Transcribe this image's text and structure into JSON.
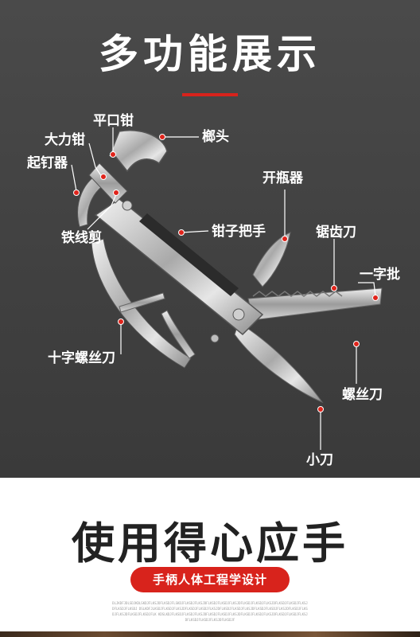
{
  "header": {
    "title": "多功能展示"
  },
  "features": {
    "pingkouqian": "平口钳",
    "daliqian": "大力钳",
    "qidingqi": "起钉器",
    "tiexianjian": "铁线剪",
    "chuitou": "榔头",
    "kaipingqi": "开瓶器",
    "qianzibashou": "钳子把手",
    "juchidao": "锯齿刀",
    "yizipi": "一字批",
    "shizi": "十字螺丝刀",
    "luosidao": "螺丝刀",
    "xiaodao": "小刀"
  },
  "footer": {
    "slogan": "使用得心应手",
    "badge": "手柄人体工程学设计",
    "fine_print": "DLJKDFJDLSDJKDLSKDJFLKSJDFLKSDJFLSKDJFLKSDJFLKSJDFLKSDJFLKSDJFLKSJDFLKSDJFLKSDJFLKSJDFLKSDJFLKSDJFLKSJDFLKSDJFLKSDJ DSLKDFJLKSDJFLKSDJFLKSJDFLKSDJFLKSDJFLKSJDFLKSDJFLKSDJFLKSJDFLKSDJFLKSDJFLKSJDFLKSDJFLKSDJFLKSJDFLKSDJFLKSDJFLK KDSLKDJFLKSDJFLKSDJFLKSJDFLKSDJFLKSDJFLKSJDFLKSDJFLKSDJFLKSJDFLKSDJFLKSDJFLKSJDFLKSDJFLKSDJFLKSJDFLKSDJF"
  },
  "colors": {
    "accent": "#d8231c",
    "dark_bg": "#444444"
  }
}
